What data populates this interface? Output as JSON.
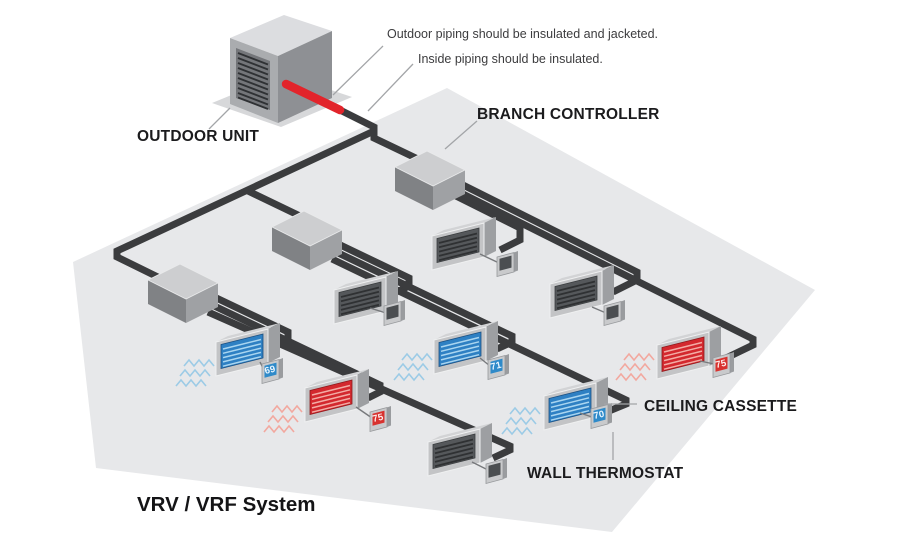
{
  "diagram_title": "VRV / VRF System",
  "notes": {
    "outdoor_piping": "Outdoor piping should be insulated and jacketed.",
    "inside_piping": "Inside piping should be insulated."
  },
  "labels": {
    "outdoor_unit": "OUTDOOR UNIT",
    "branch_controller": "BRANCH CONTROLLER",
    "ceiling_cassette": "CEILING CASSETTE",
    "wall_thermostat": "WALL THERMOSTAT"
  },
  "system": {
    "outdoor_units": 1,
    "branch_controllers": 3,
    "ceiling_cassettes": 9,
    "wall_thermostats": 9
  },
  "thermostats": [
    {
      "cassette": "gray-upper",
      "display": "",
      "mode": "idle"
    },
    {
      "cassette": "gray-middle-left",
      "display": "",
      "mode": "idle"
    },
    {
      "cassette": "gray-middle-right",
      "display": "",
      "mode": "idle"
    },
    {
      "cassette": "gray-bottom",
      "display": "",
      "mode": "idle"
    },
    {
      "cassette": "blue-left",
      "display": "69",
      "mode": "cooling"
    },
    {
      "cassette": "red-left",
      "display": "75",
      "mode": "heating"
    },
    {
      "cassette": "blue-center",
      "display": "71",
      "mode": "cooling"
    },
    {
      "cassette": "blue-right",
      "display": "70",
      "mode": "cooling"
    },
    {
      "cassette": "red-right",
      "display": "75",
      "mode": "heating"
    }
  ],
  "colors": {
    "pipe": "#3b3c3e",
    "outdoor_pipe_red": "#e2242b",
    "cooling_blue": "#2e80c3",
    "heating_red": "#d3282e",
    "floor": "#e7e8ea"
  }
}
